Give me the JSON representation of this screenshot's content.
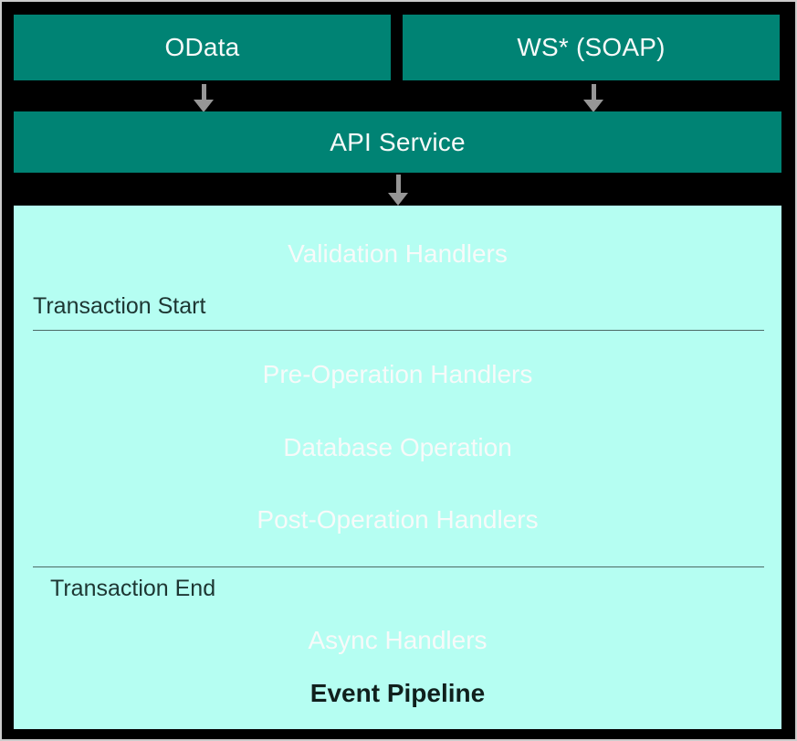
{
  "colors": {
    "teal": "#008374",
    "dark_slate": "#2b4b46",
    "pale_cyan": "#b5fef2",
    "arrow_gray": "#969696",
    "background": "#000000",
    "box_text": "#f7faf9",
    "label_text": "#1d3632"
  },
  "sources": [
    {
      "label": "OData"
    },
    {
      "label": "WS* (SOAP)"
    }
  ],
  "api_service": {
    "label": "API Service"
  },
  "pipeline": {
    "title": "Event Pipeline",
    "transaction_start_label": "Transaction Start",
    "transaction_end_label": "Transaction End",
    "stages": [
      {
        "id": "validation",
        "label": "Validation Handlers",
        "style": "dark"
      },
      {
        "id": "pre-operation",
        "label": "Pre-Operation Handlers",
        "style": "dark"
      },
      {
        "id": "database-operation",
        "label": "Database Operation",
        "style": "teal"
      },
      {
        "id": "post-operation",
        "label": "Post-Operation Handlers",
        "style": "dark"
      },
      {
        "id": "async",
        "label": "Async Handlers",
        "style": "dark"
      }
    ]
  }
}
